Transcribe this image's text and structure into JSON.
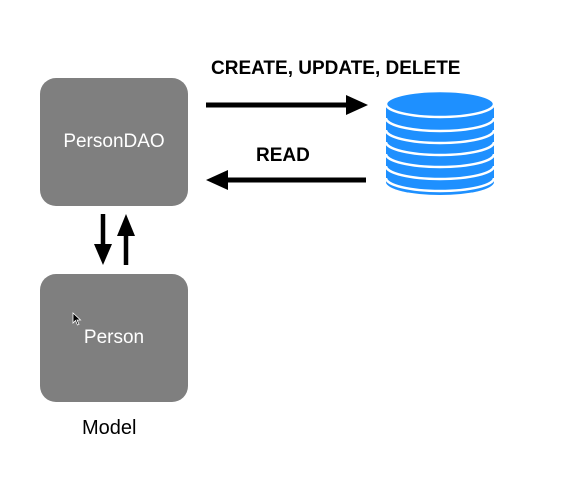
{
  "nodes": {
    "dao": {
      "label": "PersonDAO"
    },
    "model": {
      "label": "Person",
      "caption": "Model"
    }
  },
  "edges": {
    "write": {
      "label": "CREATE, UPDATE, DELETE"
    },
    "read": {
      "label": "READ"
    }
  },
  "icons": {
    "database": "database-icon",
    "cursor": "mouse-cursor-icon"
  },
  "colors": {
    "box": "#7f7f7f",
    "database": "#1e90ff",
    "arrow": "#000000"
  }
}
